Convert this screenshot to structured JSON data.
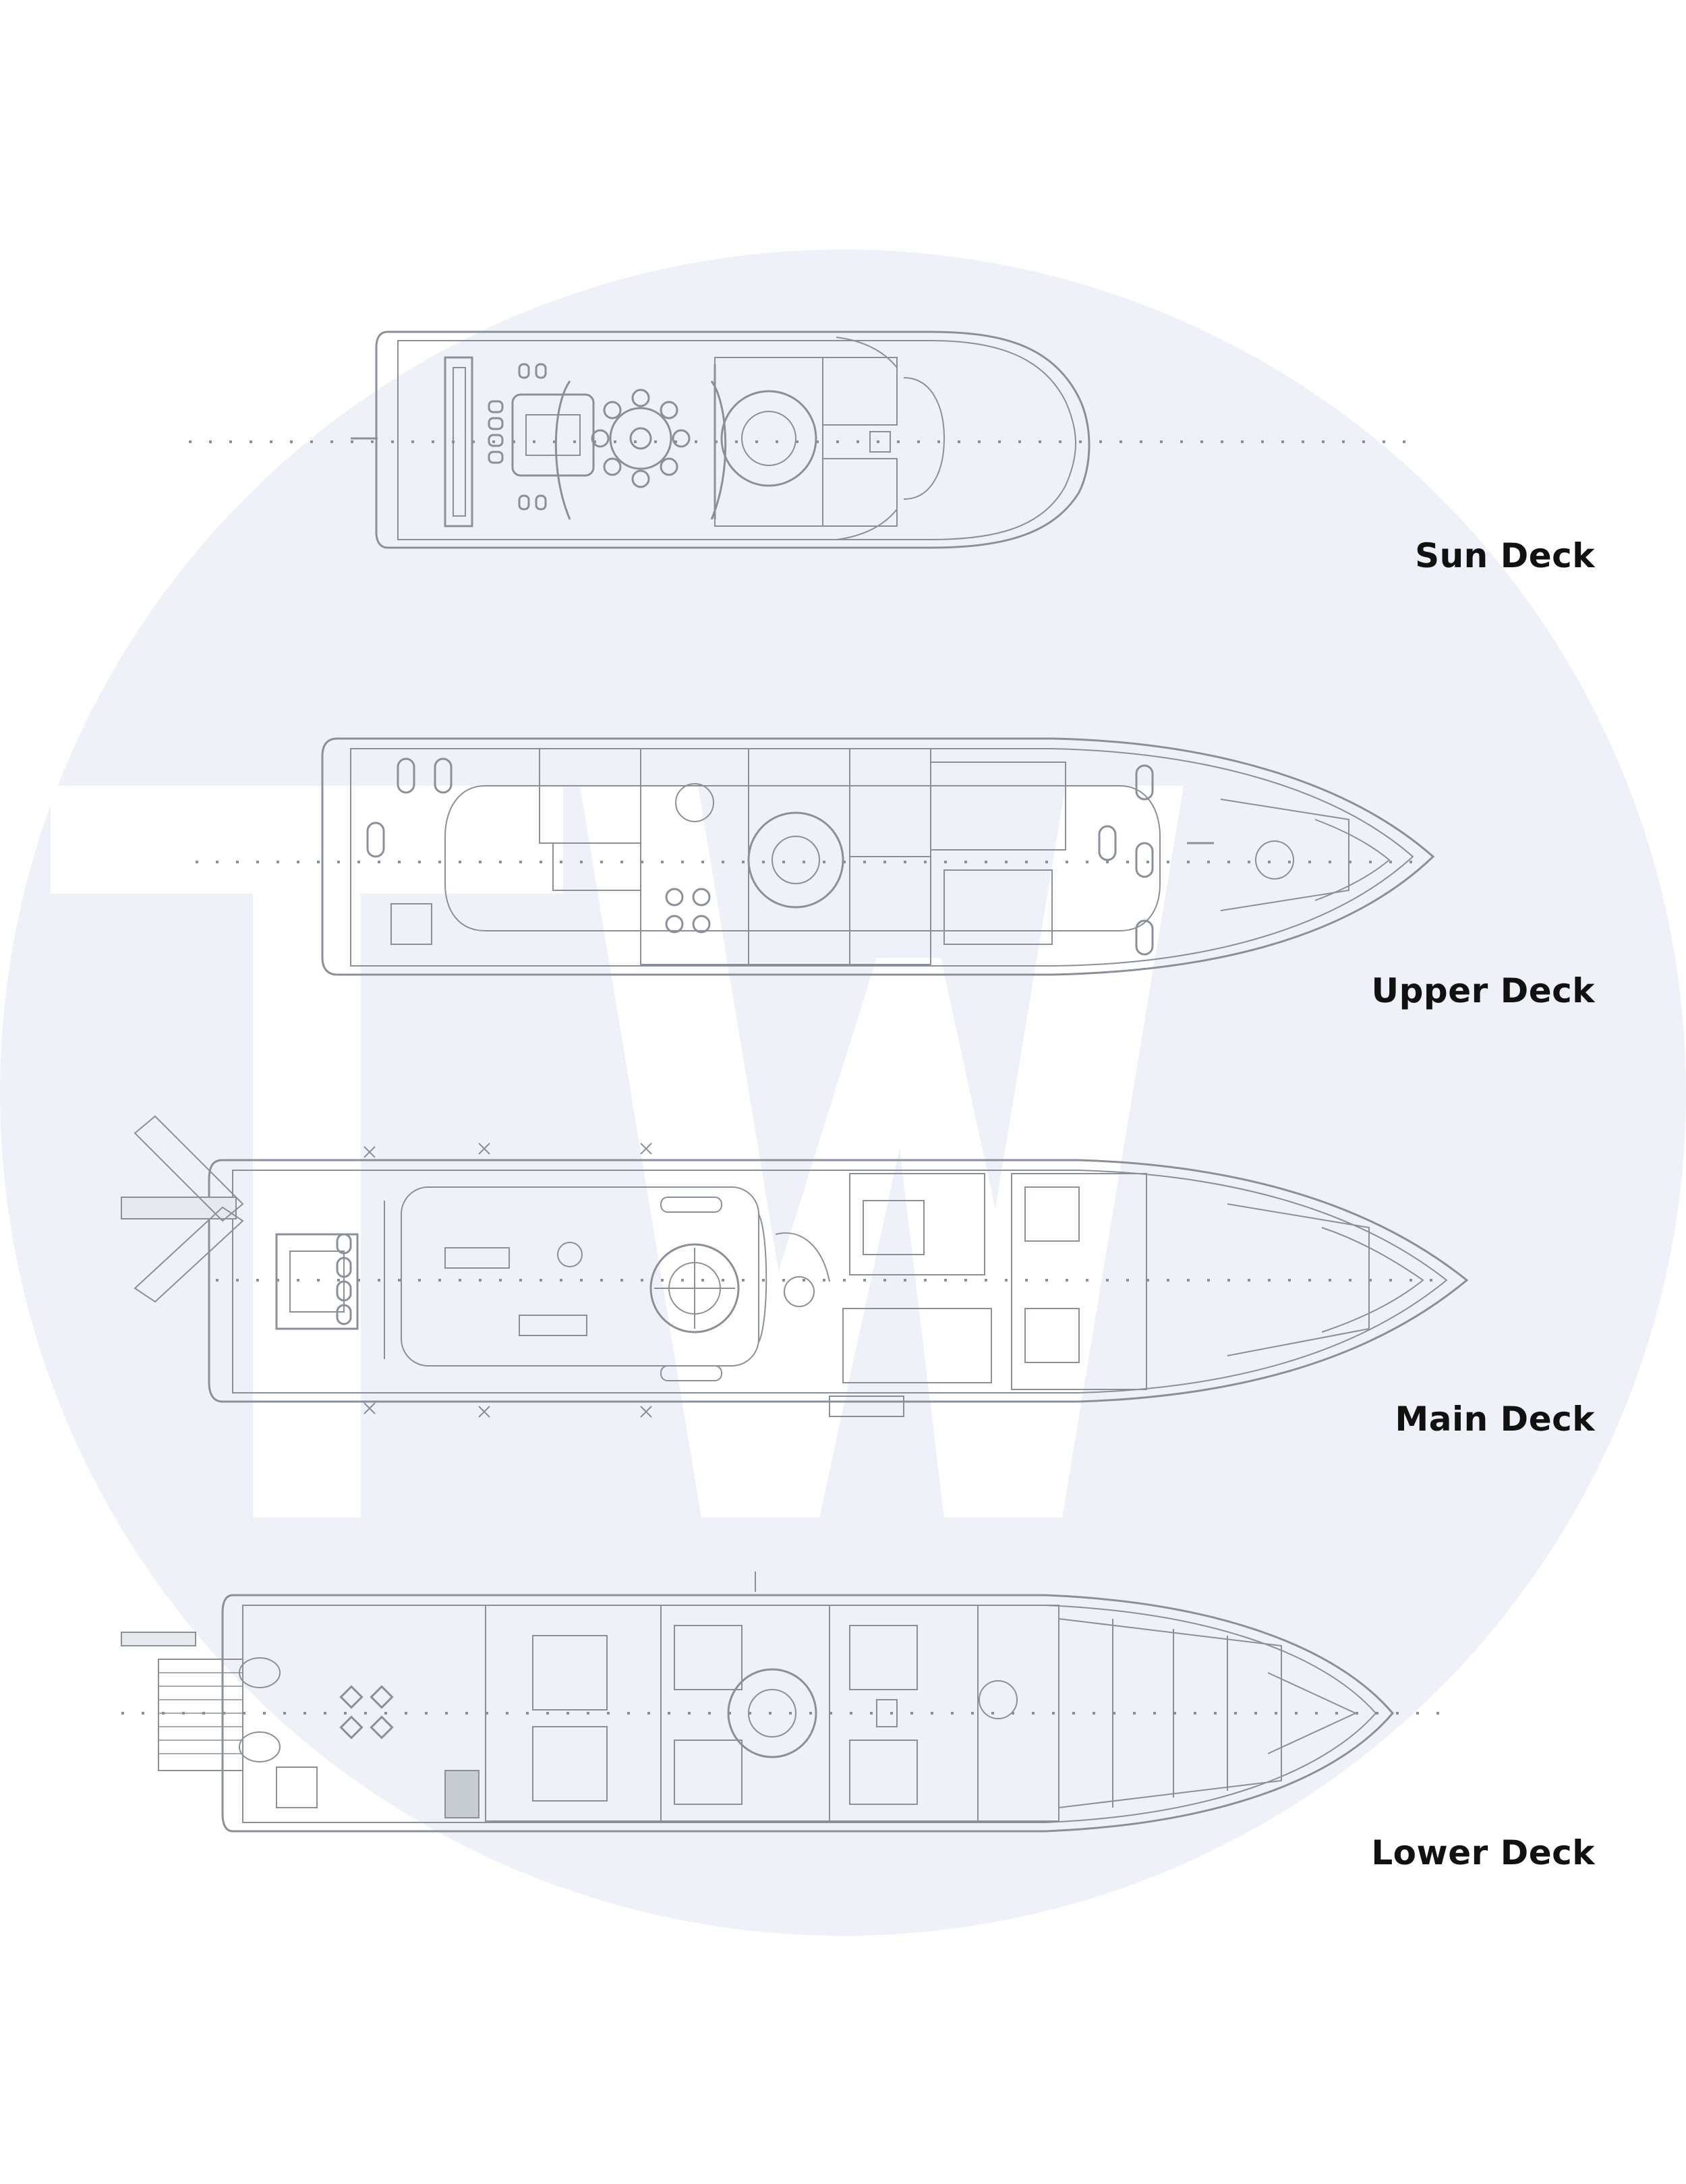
{
  "watermark": {
    "color": "#eef2f8",
    "letter_color": "#ffffff",
    "lettering": "TW"
  },
  "line_color": "#8a9099",
  "decks": [
    {
      "label": "Sun Deck"
    },
    {
      "label": "Upper Deck"
    },
    {
      "label": "Main Deck"
    },
    {
      "label": "Lower Deck"
    }
  ]
}
